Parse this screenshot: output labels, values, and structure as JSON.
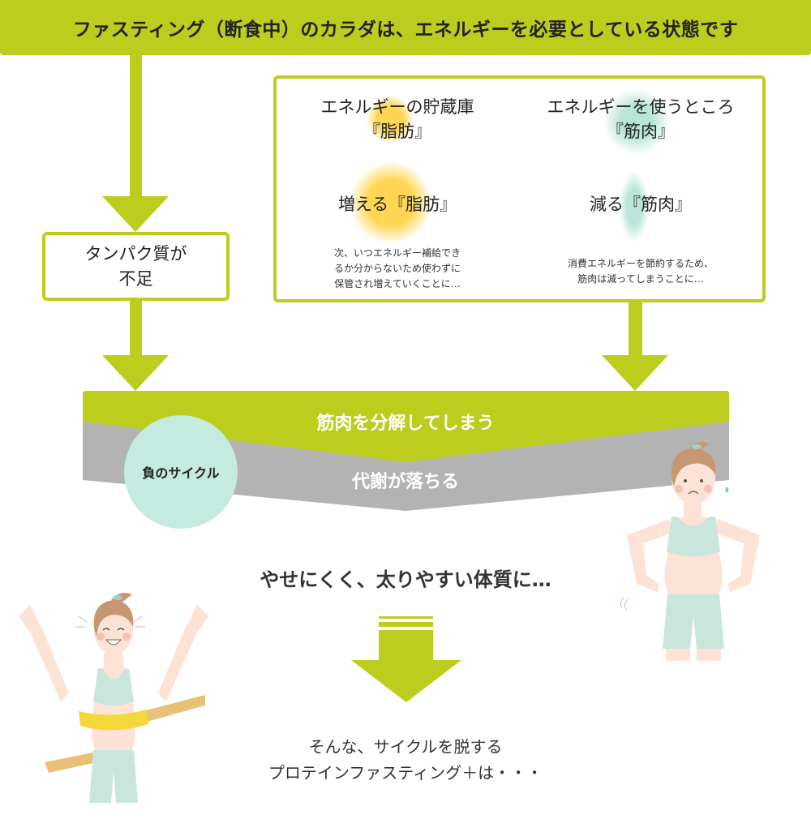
{
  "header": {
    "title": "ファスティング（断食中）のカラダは、エネルギーを必要としている状態です"
  },
  "left_branch": {
    "box_line1": "タンパク質が",
    "box_line2": "不足"
  },
  "info_panel": {
    "fat": {
      "title_line1": "エネルギーの貯蔵庫",
      "title_line2": "『脂肪』",
      "effect": "増える『脂肪』",
      "note_line1": "次、いつエネルギー補給でき",
      "note_line2": "るか分からないため使わずに",
      "note_line3": "保管され増えていくことに…"
    },
    "muscle": {
      "title_line1": "エネルギーを使うところ",
      "title_line2": "『筋肉』",
      "effect": "減る『筋肉』",
      "note_line1": "消費エネルギーを節約するため、",
      "note_line2": "筋肉は減ってしまうことに…"
    }
  },
  "cycle": {
    "band_top": "筋肉を分解してしまう",
    "band_bottom": "代謝が落ちる",
    "circle_label": "負のサイクル"
  },
  "result": {
    "text": "やせにくく、太りやすい体質に…"
  },
  "closing": {
    "line1": "そんな、サイクルを脱する",
    "line2": "プロテインファスティング＋は・・・"
  },
  "colors": {
    "accent_green": "#bccd1e",
    "band_gray": "#b3b3b3",
    "mint": "#c5eadf",
    "fat_yellow": "#ffd44a"
  }
}
